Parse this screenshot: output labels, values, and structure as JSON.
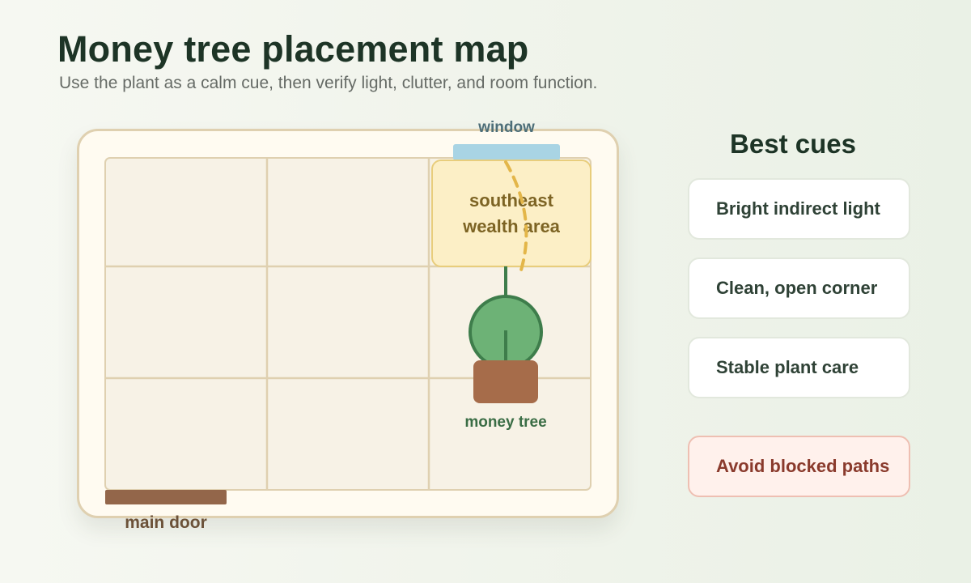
{
  "header": {
    "title": "Money tree placement map",
    "subtitle": "Use the plant as a calm cue, then verify light, clutter, and room function."
  },
  "plan": {
    "window_label": "window",
    "wealth_area_label": "southeast wealth area",
    "plant_label": "money tree",
    "door_label": "main door"
  },
  "cues": {
    "heading": "Best cues",
    "items": [
      "Bright indirect light",
      "Clean, open corner",
      "Stable plant care"
    ],
    "warning": "Avoid blocked paths"
  },
  "colors": {
    "title": "#1d3426",
    "window": "#a9d4e4",
    "wealth_area": "#fcefc6",
    "light_path": "#e3b649",
    "plant": "#6db276",
    "pot": "#a66c4a",
    "door": "#93664a",
    "warning": "#fff1ec"
  }
}
